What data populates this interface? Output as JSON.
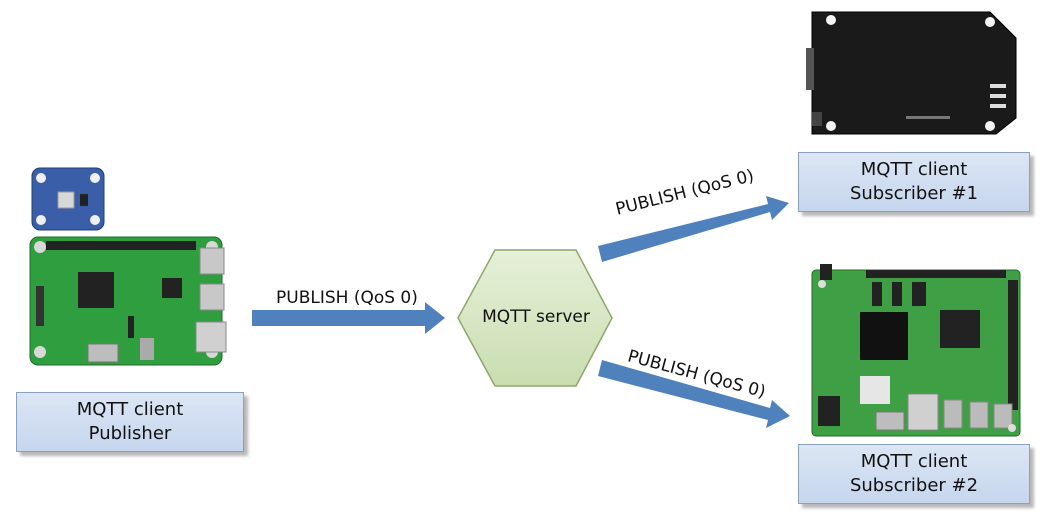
{
  "publisher": {
    "line1": "MQTT client",
    "line2": "Publisher"
  },
  "server": {
    "label": "MQTT server"
  },
  "subscriber1": {
    "line1": "MQTT client",
    "line2": "Subscriber #1"
  },
  "subscriber2": {
    "line1": "MQTT client",
    "line2": "Subscriber #2"
  },
  "arrows": {
    "to_server": "PUBLISH (QoS 0)",
    "to_sub1": "PUBLISH (QoS 0)",
    "to_sub2": "PUBLISH (QoS 0)"
  },
  "colors": {
    "arrow": "#4f81bd",
    "hexagon": "#d4e5bf",
    "box": "#d3e0f2",
    "board_green": "#2e9e3e"
  }
}
